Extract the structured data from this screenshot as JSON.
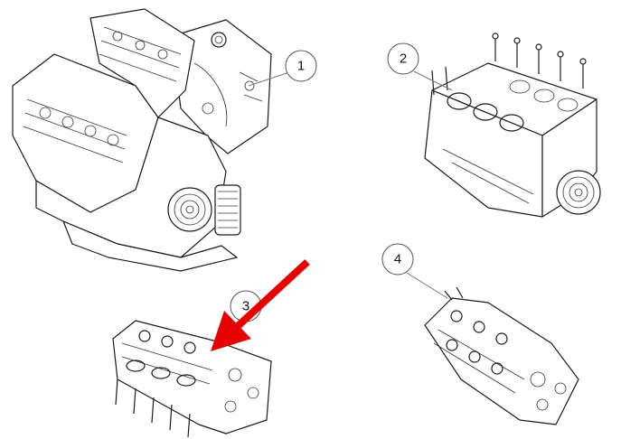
{
  "callouts": [
    {
      "number": "1"
    },
    {
      "number": "2"
    },
    {
      "number": "3"
    },
    {
      "number": "4"
    }
  ],
  "arrow": {
    "color": "#e60000"
  }
}
